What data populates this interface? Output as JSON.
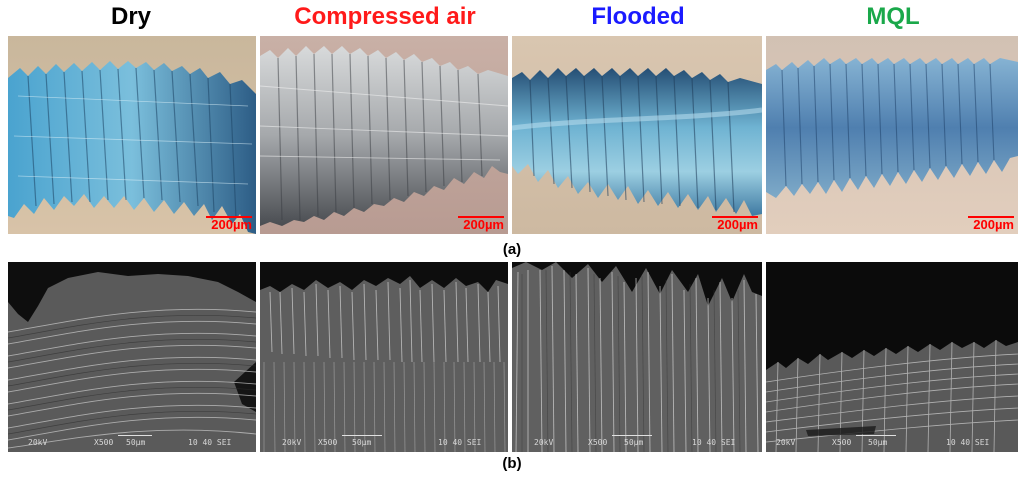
{
  "headers": [
    {
      "label": "Dry",
      "color": "#000000"
    },
    {
      "label": "Compressed air",
      "color": "#ff1a1a"
    },
    {
      "label": "Flooded",
      "color": "#1a1aff"
    },
    {
      "label": "MQL",
      "color": "#1aa84a"
    }
  ],
  "optical": {
    "scale_label": "200µm",
    "caption": "(a)"
  },
  "sem": {
    "caption": "(b)",
    "panels": [
      {
        "left_text": "20kV",
        "mag_text": "X500",
        "bar_text": "50µm",
        "right_text": "10 40 SEI"
      },
      {
        "left_text": "20kV",
        "mag_text": "X500",
        "bar_text": "50µm",
        "right_text": "10 40 SEI"
      },
      {
        "left_text": "20kV",
        "mag_text": "X500",
        "bar_text": "50µm",
        "right_text": "10 40 SEI"
      },
      {
        "left_text": "20kV",
        "mag_text": "X500",
        "bar_text": "50µm",
        "right_text": "10 40 SEI"
      }
    ]
  }
}
